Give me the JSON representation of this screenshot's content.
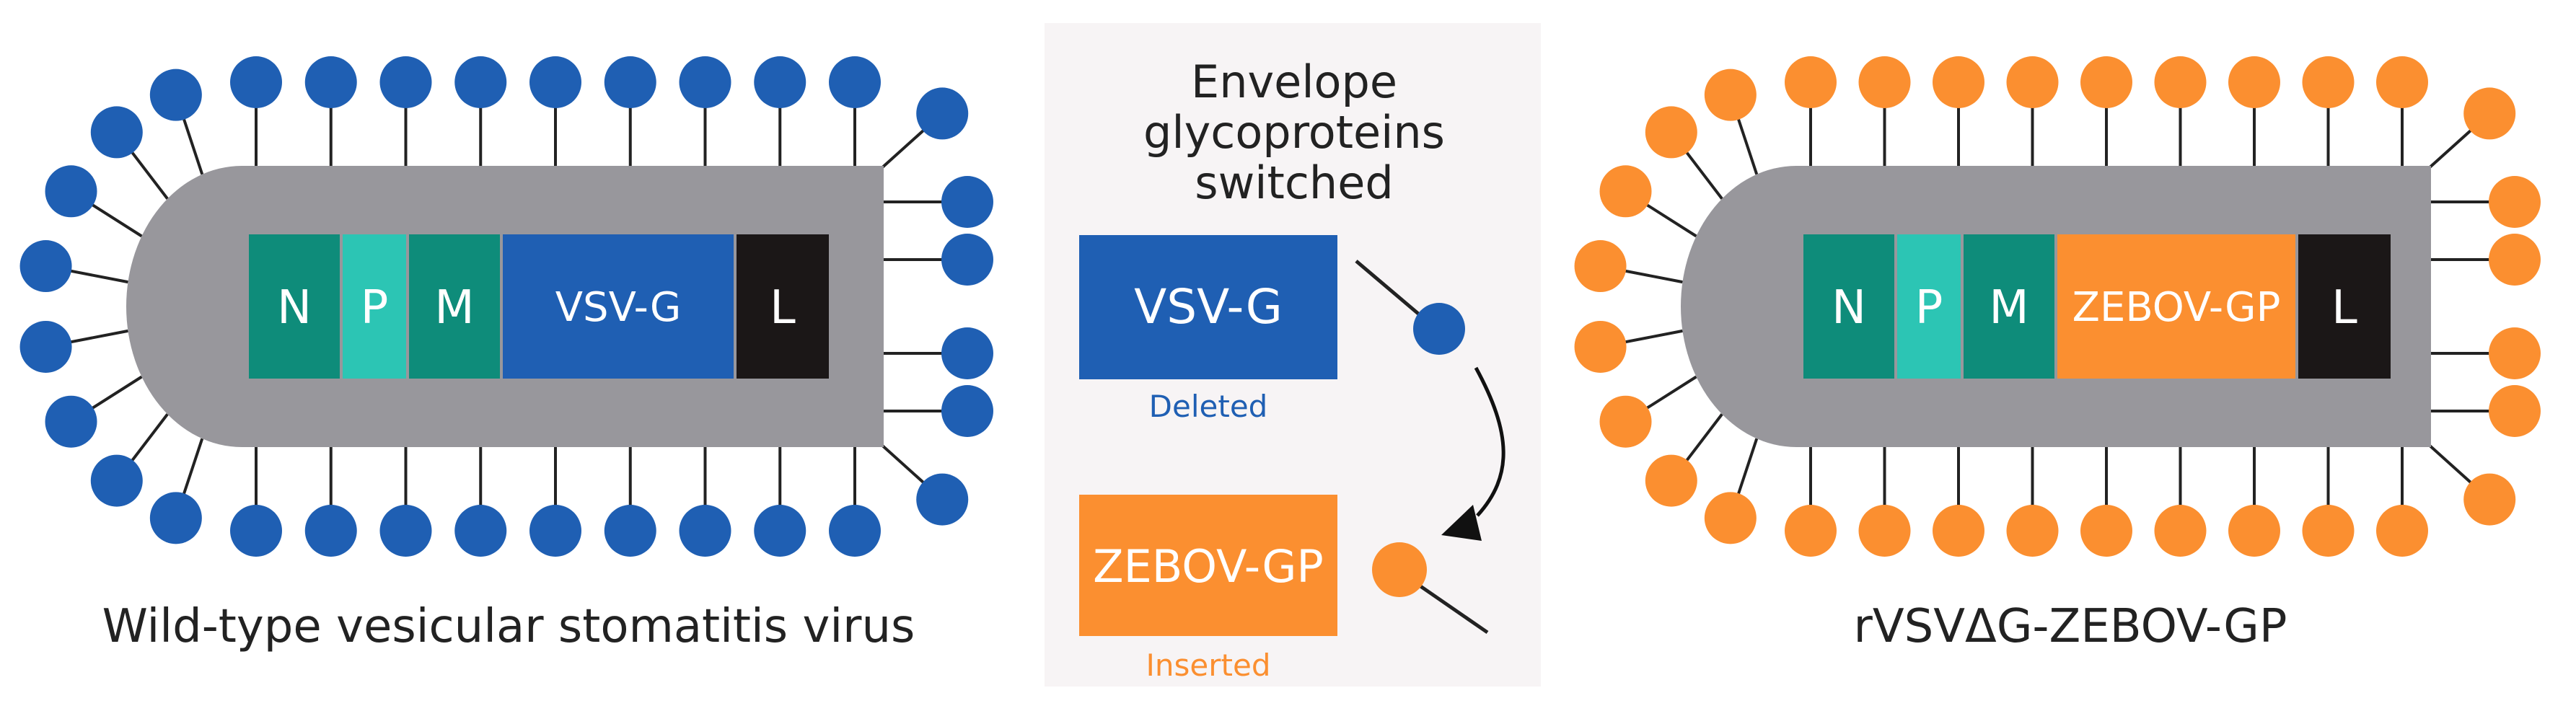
{
  "left_virus": {
    "segments": [
      {
        "label": "N",
        "color": "#0e8c7a"
      },
      {
        "label": "P",
        "color": "#2cc5b4"
      },
      {
        "label": "M",
        "color": "#0e8c7a"
      },
      {
        "label": "VSV-G",
        "color": "#1f5fb3"
      },
      {
        "label": "L",
        "color": "#1b1717"
      }
    ],
    "spike_color": "#1f5fb3",
    "caption": "Wild-type vesicular stomatitis virus"
  },
  "right_virus": {
    "segments": [
      {
        "label": "N",
        "color": "#0e8c7a"
      },
      {
        "label": "P",
        "color": "#2cc5b4"
      },
      {
        "label": "M",
        "color": "#0e8c7a"
      },
      {
        "label": "ZEBOV-GP",
        "color": "#fb8f30"
      },
      {
        "label": "L",
        "color": "#1b1717"
      }
    ],
    "spike_color": "#fb8f30",
    "caption": "rVSVΔG-ZEBOV-GP"
  },
  "middle_panel": {
    "title_lines": [
      "Envelope",
      "glycoproteins",
      "switched"
    ],
    "deleted_box": {
      "label": "VSV-G",
      "color": "#1f5fb3"
    },
    "deleted_label": "Deleted",
    "inserted_box": {
      "label": "ZEBOV-GP",
      "color": "#fb8f30"
    },
    "inserted_label": "Inserted"
  },
  "colors": {
    "envelope_gray": "#98979c",
    "panel_bg": "#f7f4f5",
    "caption_text": "#222222",
    "deleted_text": "#1f5fb3",
    "inserted_text": "#fb8f30"
  }
}
